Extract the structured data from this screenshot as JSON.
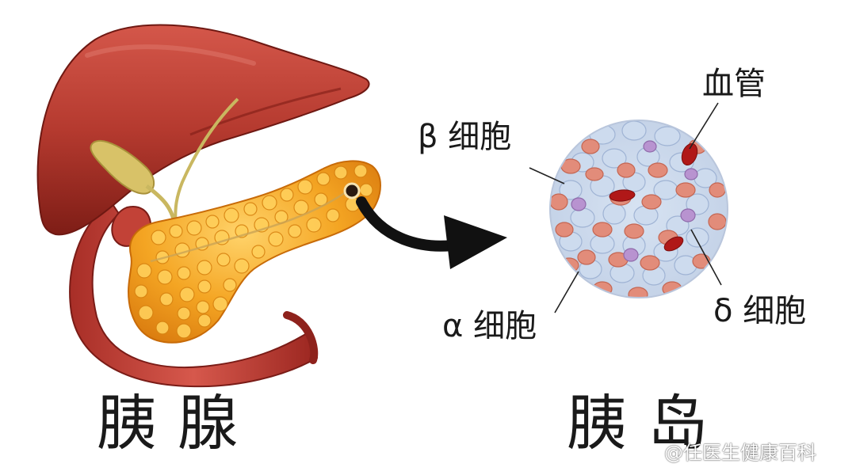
{
  "labels": {
    "beta_cell": "β 细胞",
    "blood_vessel": "血管",
    "alpha_cell": "α 细胞",
    "delta_cell": "δ 细胞"
  },
  "titles": {
    "pancreas": "胰腺",
    "islet": "胰岛"
  },
  "watermark": {
    "text": "@任医生健康百科"
  },
  "colors": {
    "liver": "#b2392e",
    "pancreas": "#f0a020",
    "duodenum": "#c0433a",
    "gallbladder": "#d8c268",
    "alpha_cell": "#e08a78",
    "beta_cell": "#c8d8ec",
    "delta_cell": "#b893d0",
    "blood_vessel": "#b01818",
    "arrow": "#111111",
    "text": "#1a1a1a"
  }
}
